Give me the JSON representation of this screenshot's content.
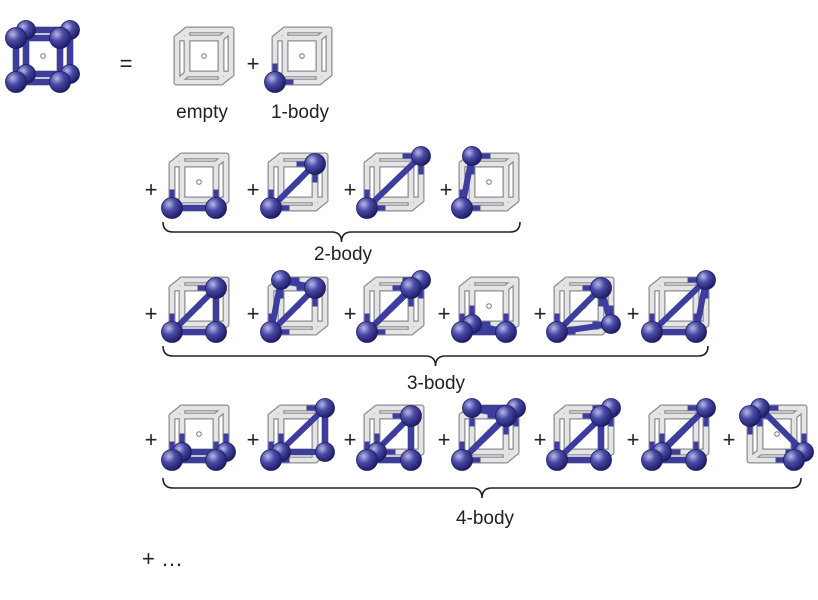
{
  "colors": {
    "frame_fill": "#e4e4e6",
    "frame_edge": "#8c8c8e",
    "atom": "#4a4aa6",
    "atom_dark": "#1d1d66",
    "atom_highlight": "#b8b8e8",
    "bond": "#3d3da0",
    "text": "#222222"
  },
  "header": {
    "equals": "=",
    "plus": "+",
    "empty_label": "empty",
    "one_body_label": "1-body"
  },
  "groups": [
    {
      "label": "2-body"
    },
    {
      "label": "3-body"
    },
    {
      "label": "4-body"
    }
  ],
  "continuation": "+ …",
  "terms": [
    {
      "group": "full",
      "atoms": [
        "A",
        "B",
        "C",
        "D",
        "E",
        "F",
        "G",
        "H"
      ],
      "bonds": [
        [
          "A",
          "B"
        ],
        [
          "A",
          "D"
        ],
        [
          "A",
          "E"
        ],
        [
          "B",
          "F"
        ],
        [
          "D",
          "H"
        ],
        [
          "E",
          "F"
        ],
        [
          "E",
          "H"
        ],
        [
          "F",
          "G"
        ],
        [
          "G",
          "H"
        ],
        [
          "C",
          "G"
        ],
        [
          "B",
          "C"
        ],
        [
          "C",
          "D"
        ]
      ]
    },
    {
      "group": "empty",
      "atoms": [],
      "bonds": []
    },
    {
      "group": "1-body",
      "atoms": [
        "A"
      ],
      "bonds": []
    },
    {
      "group": "2-body",
      "atoms": [
        "A",
        "B"
      ],
      "bonds": [
        [
          "A",
          "B"
        ]
      ]
    },
    {
      "group": "2-body",
      "atoms": [
        "A",
        "C"
      ],
      "bonds": [
        [
          "A",
          "C"
        ]
      ]
    },
    {
      "group": "2-body",
      "atoms": [
        "A",
        "G"
      ],
      "bonds": [
        [
          "A",
          "G"
        ]
      ]
    },
    {
      "group": "2-body",
      "atoms": [
        "A",
        "H"
      ],
      "bonds": [
        [
          "A",
          "H"
        ]
      ]
    },
    {
      "group": "3-body",
      "atoms": [
        "A",
        "B",
        "C"
      ],
      "bonds": [
        [
          "A",
          "B"
        ],
        [
          "A",
          "C"
        ],
        [
          "B",
          "C"
        ]
      ]
    },
    {
      "group": "3-body",
      "atoms": [
        "A",
        "C",
        "H"
      ],
      "bonds": [
        [
          "A",
          "C"
        ],
        [
          "A",
          "H"
        ],
        [
          "C",
          "H"
        ]
      ]
    },
    {
      "group": "3-body",
      "atoms": [
        "A",
        "C",
        "G"
      ],
      "bonds": [
        [
          "A",
          "C"
        ],
        [
          "A",
          "G"
        ],
        [
          "C",
          "G"
        ]
      ]
    },
    {
      "group": "3-body",
      "atoms": [
        "A",
        "B",
        "E"
      ],
      "bonds": [
        [
          "A",
          "E"
        ],
        [
          "A",
          "B"
        ],
        [
          "B",
          "E"
        ]
      ]
    },
    {
      "group": "3-body",
      "atoms": [
        "A",
        "C",
        "F"
      ],
      "bonds": [
        [
          "A",
          "C"
        ],
        [
          "A",
          "F"
        ],
        [
          "C",
          "F"
        ]
      ]
    },
    {
      "group": "3-body",
      "atoms": [
        "A",
        "B",
        "G"
      ],
      "bonds": [
        [
          "A",
          "B"
        ],
        [
          "A",
          "G"
        ],
        [
          "B",
          "G"
        ]
      ]
    },
    {
      "group": "4-body",
      "atoms": [
        "A",
        "B",
        "E",
        "F"
      ],
      "bonds": [
        [
          "A",
          "B"
        ],
        [
          "A",
          "E"
        ],
        [
          "B",
          "F"
        ],
        [
          "E",
          "F"
        ]
      ]
    },
    {
      "group": "4-body",
      "atoms": [
        "A",
        "E",
        "F",
        "G"
      ],
      "bonds": [
        [
          "A",
          "E"
        ],
        [
          "E",
          "F"
        ],
        [
          "F",
          "G"
        ],
        [
          "A",
          "G"
        ]
      ]
    },
    {
      "group": "4-body",
      "atoms": [
        "A",
        "B",
        "E",
        "C"
      ],
      "bonds": [
        [
          "A",
          "B"
        ],
        [
          "A",
          "E"
        ],
        [
          "A",
          "C"
        ],
        [
          "B",
          "C"
        ]
      ]
    },
    {
      "group": "4-body",
      "atoms": [
        "A",
        "C",
        "G",
        "H"
      ],
      "bonds": [
        [
          "A",
          "C"
        ],
        [
          "A",
          "G"
        ],
        [
          "C",
          "H"
        ],
        [
          "G",
          "H"
        ]
      ]
    },
    {
      "group": "4-body",
      "atoms": [
        "A",
        "B",
        "C",
        "G"
      ],
      "bonds": [
        [
          "A",
          "B"
        ],
        [
          "B",
          "C"
        ],
        [
          "C",
          "G"
        ],
        [
          "A",
          "G"
        ]
      ]
    },
    {
      "group": "4-body",
      "atoms": [
        "A",
        "B",
        "E",
        "G"
      ],
      "bonds": [
        [
          "A",
          "B"
        ],
        [
          "A",
          "E"
        ],
        [
          "A",
          "G"
        ],
        [
          "E",
          "G"
        ]
      ]
    },
    {
      "group": "4-body",
      "atoms": [
        "B",
        "D",
        "F",
        "H"
      ],
      "bonds": [
        [
          "B",
          "F"
        ],
        [
          "D",
          "H"
        ],
        [
          "F",
          "H"
        ]
      ]
    }
  ]
}
